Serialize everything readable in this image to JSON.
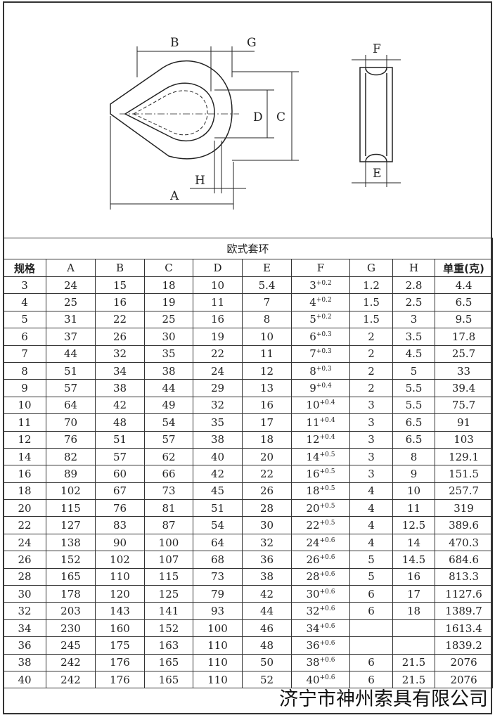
{
  "diagram": {
    "labels": {
      "A": "A",
      "B": "B",
      "C": "C",
      "D": "D",
      "E": "E",
      "F": "F",
      "G": "G",
      "H": "H"
    }
  },
  "table": {
    "title": "欧式套环",
    "headers": [
      "规格",
      "A",
      "B",
      "C",
      "D",
      "E",
      "F",
      "G",
      "H",
      "单重(克)"
    ],
    "rows": [
      [
        "3",
        "24",
        "15",
        "18",
        "10",
        "5.4",
        "3",
        "+0.2",
        "1.2",
        "2.8",
        "4.4"
      ],
      [
        "4",
        "25",
        "16",
        "19",
        "11",
        "7",
        "4",
        "+0.2",
        "1.5",
        "2.5",
        "6.5"
      ],
      [
        "5",
        "31",
        "22",
        "25",
        "16",
        "8",
        "5",
        "+0.2",
        "1.5",
        "3",
        "9.5"
      ],
      [
        "6",
        "37",
        "26",
        "30",
        "19",
        "10",
        "6",
        "+0.3",
        "2",
        "3.5",
        "17.8"
      ],
      [
        "7",
        "44",
        "32",
        "35",
        "22",
        "11",
        "7",
        "+0.3",
        "2",
        "4.5",
        "25.7"
      ],
      [
        "8",
        "51",
        "34",
        "38",
        "24",
        "12",
        "8",
        "+0.3",
        "2",
        "5",
        "33"
      ],
      [
        "9",
        "57",
        "38",
        "44",
        "29",
        "13",
        "9",
        "+0.4",
        "2",
        "5.5",
        "39.4"
      ],
      [
        "10",
        "64",
        "42",
        "49",
        "32",
        "16",
        "10",
        "+0.4",
        "3",
        "5.5",
        "75.7"
      ],
      [
        "11",
        "70",
        "48",
        "54",
        "35",
        "17",
        "11",
        "+0.4",
        "3",
        "6.5",
        "91"
      ],
      [
        "12",
        "76",
        "51",
        "57",
        "38",
        "18",
        "12",
        "+0.4",
        "3",
        "6.5",
        "103"
      ],
      [
        "14",
        "82",
        "57",
        "62",
        "40",
        "20",
        "14",
        "+0.5",
        "3",
        "8",
        "129.1"
      ],
      [
        "16",
        "89",
        "60",
        "66",
        "42",
        "22",
        "16",
        "+0.5",
        "3",
        "9",
        "151.5"
      ],
      [
        "18",
        "102",
        "67",
        "73",
        "45",
        "26",
        "18",
        "+0.5",
        "4",
        "10",
        "257.7"
      ],
      [
        "20",
        "115",
        "76",
        "81",
        "51",
        "28",
        "20",
        "+0.5",
        "4",
        "11",
        "319"
      ],
      [
        "22",
        "127",
        "83",
        "87",
        "54",
        "30",
        "22",
        "+0.5",
        "4",
        "12.5",
        "389.6"
      ],
      [
        "24",
        "138",
        "90",
        "100",
        "64",
        "32",
        "24",
        "+0.6",
        "4",
        "14",
        "470.3"
      ],
      [
        "26",
        "152",
        "102",
        "107",
        "68",
        "36",
        "26",
        "+0.6",
        "5",
        "14.5",
        "684.6"
      ],
      [
        "28",
        "165",
        "110",
        "115",
        "73",
        "38",
        "28",
        "+0.6",
        "5",
        "16",
        "813.3"
      ],
      [
        "30",
        "178",
        "120",
        "125",
        "79",
        "42",
        "30",
        "+0.6",
        "6",
        "17",
        "1127.6"
      ],
      [
        "32",
        "203",
        "143",
        "141",
        "93",
        "44",
        "32",
        "+0.6",
        "6",
        "18",
        "1389.7"
      ],
      [
        "34",
        "230",
        "160",
        "152",
        "100",
        "46",
        "34",
        "+0.6",
        "",
        "",
        "1613.4"
      ],
      [
        "36",
        "245",
        "175",
        "163",
        "110",
        "48",
        "36",
        "+0.6",
        "",
        "",
        "1839.2"
      ],
      [
        "38",
        "242",
        "176",
        "165",
        "110",
        "50",
        "38",
        "+0.6",
        "6",
        "21.5",
        "2076"
      ],
      [
        "40",
        "242",
        "176",
        "165",
        "110",
        "52",
        "40",
        "+0.6",
        "6",
        "21.5",
        "2076"
      ]
    ]
  },
  "footer": {
    "company": "济宁市神州索具有限公司"
  }
}
